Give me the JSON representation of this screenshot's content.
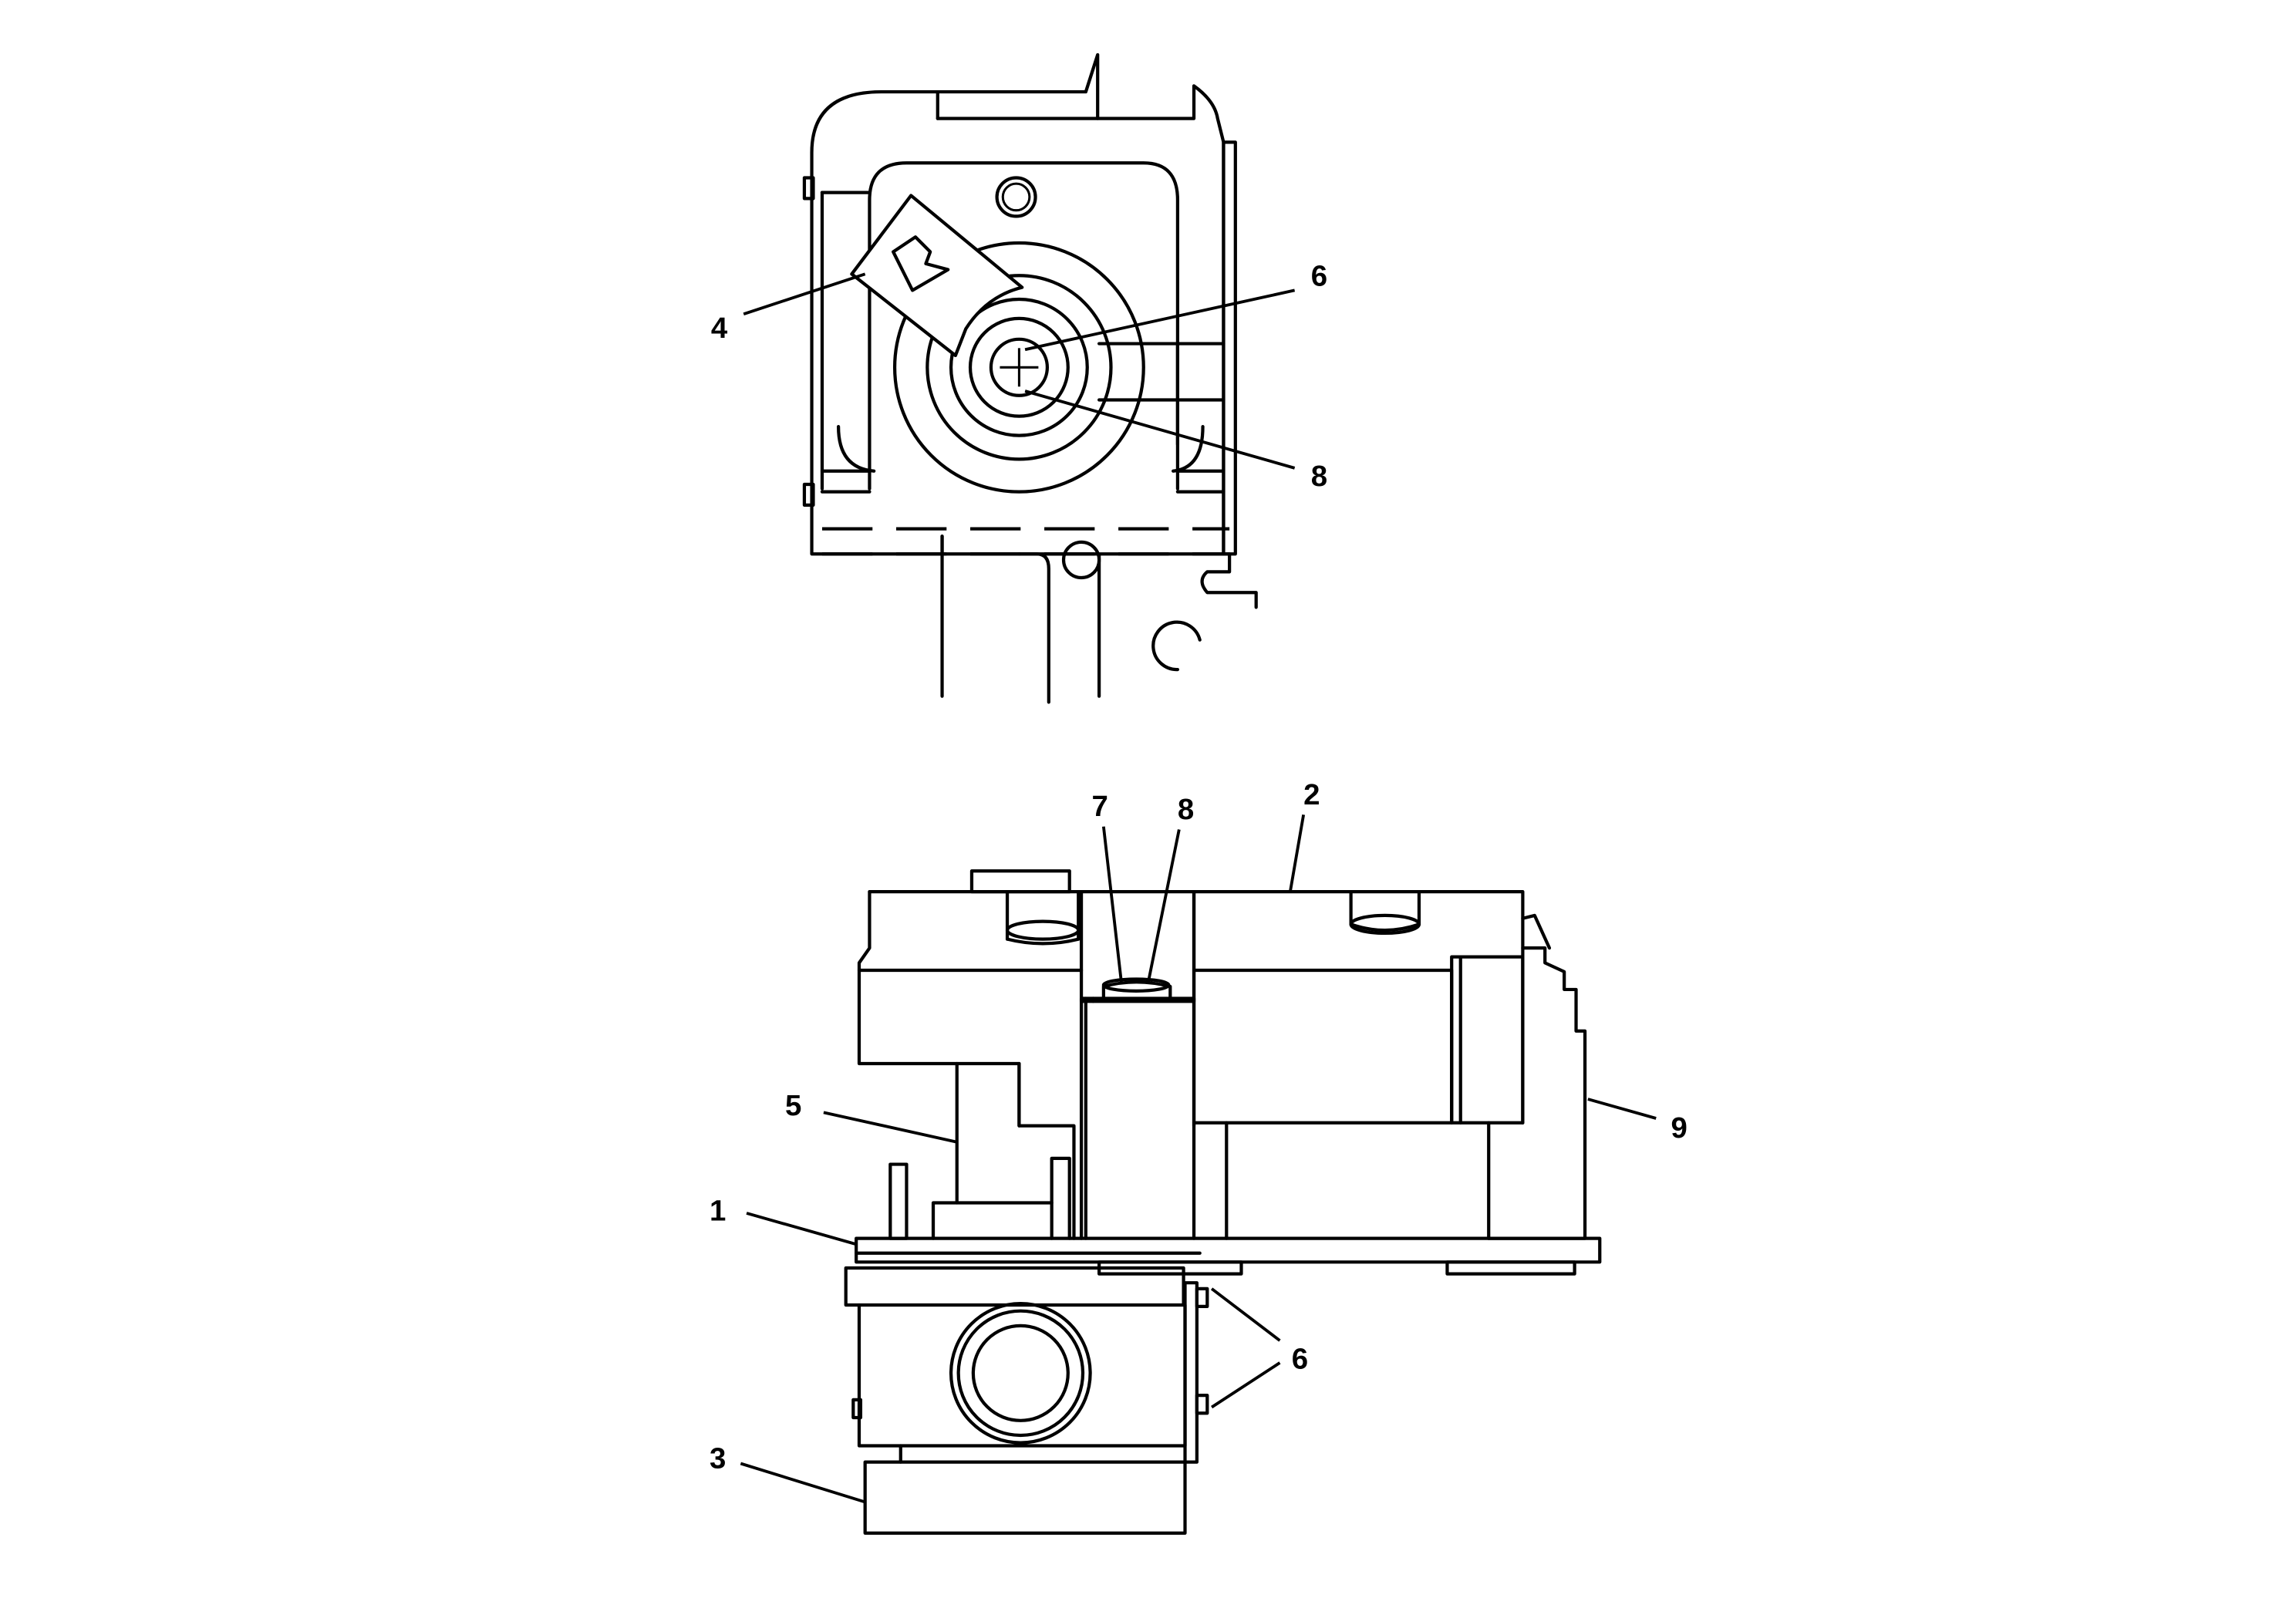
{
  "callouts": {
    "top_4": "4",
    "top_6": "6",
    "top_8": "8",
    "bot_7": "7",
    "bot_8": "8",
    "bot_2": "2",
    "bot_5": "5",
    "bot_9": "9",
    "bot_1": "1",
    "bot_6": "6",
    "bot_3": "3"
  }
}
